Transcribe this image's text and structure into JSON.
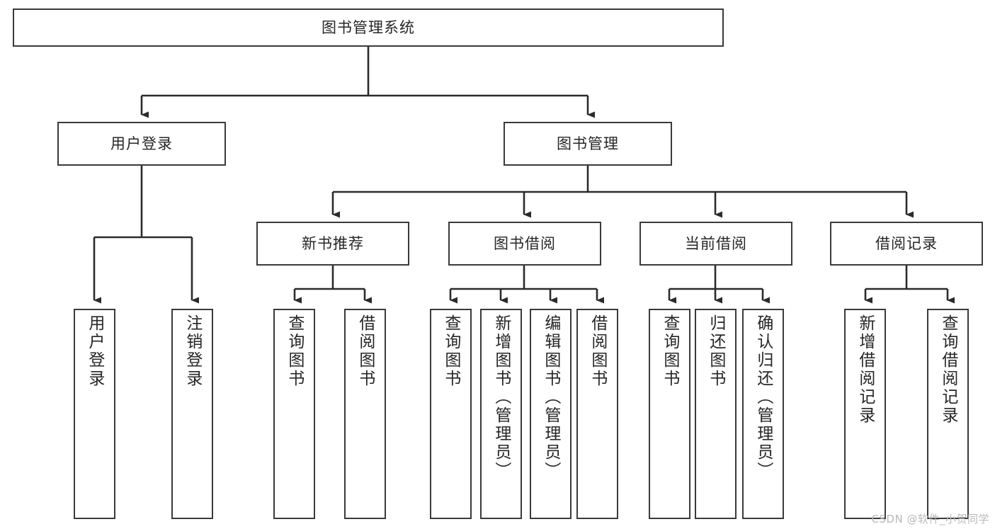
{
  "diagram": {
    "title": "图书管理系统",
    "type": "tree",
    "orientation": "top-down",
    "colors": {
      "background": "#ffffff",
      "box_border": "#3a3a3a",
      "box_fill": "#ffffff",
      "connector": "#2b2b2b",
      "text": "#262626",
      "watermark": "#b9b9b9"
    }
  },
  "nodes": {
    "root": {
      "label": "图书管理系统",
      "level": 1,
      "text_flow": "horizontal"
    },
    "level2": [
      {
        "id": "user-login",
        "label": "用户登录",
        "text_flow": "horizontal"
      },
      {
        "id": "book-management",
        "label": "图书管理",
        "text_flow": "horizontal"
      }
    ],
    "level3": [
      {
        "id": "new-book-recommend",
        "label": "新书推荐",
        "text_flow": "horizontal"
      },
      {
        "id": "book-borrow",
        "label": "图书借阅",
        "text_flow": "horizontal"
      },
      {
        "id": "current-borrow",
        "label": "当前借阅",
        "text_flow": "horizontal"
      },
      {
        "id": "borrow-record",
        "label": "借阅记录",
        "text_flow": "horizontal"
      }
    ],
    "leaves": {
      "user_login": [
        {
          "id": "leaf-user-login",
          "label": "用户登录",
          "text_flow": "vertical"
        },
        {
          "id": "leaf-logout-login",
          "label": "注销登录",
          "text_flow": "vertical"
        }
      ],
      "new_book_recommend": [
        {
          "id": "leaf-query-book-1",
          "label": "查询图书",
          "text_flow": "vertical"
        },
        {
          "id": "leaf-borrow-book-1",
          "label": "借阅图书",
          "text_flow": "vertical"
        }
      ],
      "book_borrow": [
        {
          "id": "leaf-query-book-2",
          "label": "查询图书",
          "text_flow": "vertical"
        },
        {
          "id": "leaf-add-book",
          "label": "新增图书（管理员）",
          "text_flow": "vertical"
        },
        {
          "id": "leaf-edit-book",
          "label": "编辑图书（管理员）",
          "text_flow": "vertical"
        },
        {
          "id": "leaf-borrow-book-2",
          "label": "借阅图书",
          "text_flow": "vertical"
        }
      ],
      "current_borrow": [
        {
          "id": "leaf-query-book-3",
          "label": "查询图书",
          "text_flow": "vertical"
        },
        {
          "id": "leaf-return-book",
          "label": "归还图书",
          "text_flow": "vertical"
        },
        {
          "id": "leaf-confirm-return",
          "label": "确认归还（管理员）",
          "text_flow": "vertical"
        }
      ],
      "borrow_record": [
        {
          "id": "leaf-add-record",
          "label": "新增借阅记录",
          "text_flow": "vertical"
        },
        {
          "id": "leaf-query-record",
          "label": "查询借阅记录",
          "text_flow": "vertical"
        }
      ]
    }
  },
  "watermark": {
    "text": "CSDN @软件_小贺同学"
  }
}
